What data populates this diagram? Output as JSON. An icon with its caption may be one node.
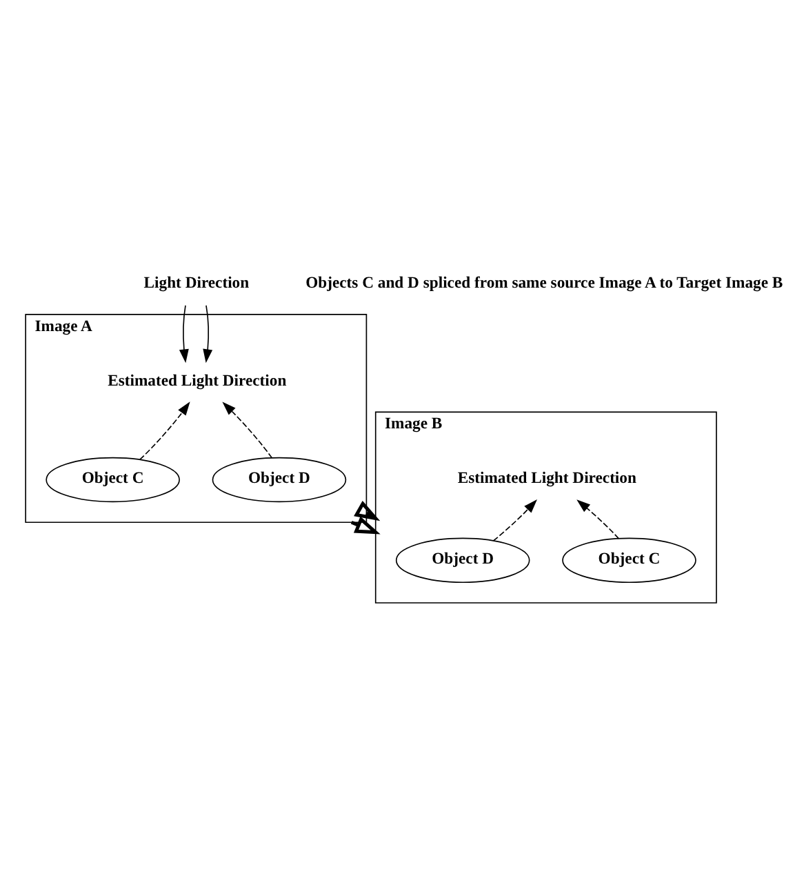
{
  "diagram": {
    "nodes": [
      {
        "text": [
          "Light Direction"
        ]
      },
      {
        "text": [
          "Image A"
        ]
      },
      {
        "text": [
          "Estimated Light Direction"
        ],
        "in": 1
      },
      {
        "text": [
          "Object C"
        ],
        "in": 1
      },
      {
        "text": [
          "Object D"
        ],
        "in": 1
      },
      {
        "text": [
          "Image B"
        ]
      },
      {
        "text": [
          "Estimated Light Direction"
        ],
        "in": 5
      },
      {
        "text": [
          "Object C"
        ],
        "in": 5
      },
      {
        "text": [
          "Object D"
        ],
        "in": 5
      }
    ],
    "edges": [
      {
        "from": 0,
        "to": 2,
        "arrow": "to"
      },
      {
        "from": 0,
        "to": 2,
        "arrow": "to"
      },
      {
        "from": 3,
        "to": 2,
        "arrow": "to",
        "style": "dashed"
      },
      {
        "from": 4,
        "to": 2,
        "arrow": "to",
        "style": "dashed"
      },
      {
        "from": 1,
        "to": 5,
        "arrow": "to",
        "style": "thick"
      },
      {
        "from": 1,
        "to": 5,
        "arrow": "to",
        "style": "thick"
      },
      {
        "from": 7,
        "to": 6,
        "arrow": "to",
        "style": "dashed"
      },
      {
        "from": 8,
        "to": 6,
        "arrow": "to",
        "style": "dashed"
      }
    ],
    "labels": [
      "Objects C and D spliced from same source Image A to Target Image B"
    ]
  }
}
